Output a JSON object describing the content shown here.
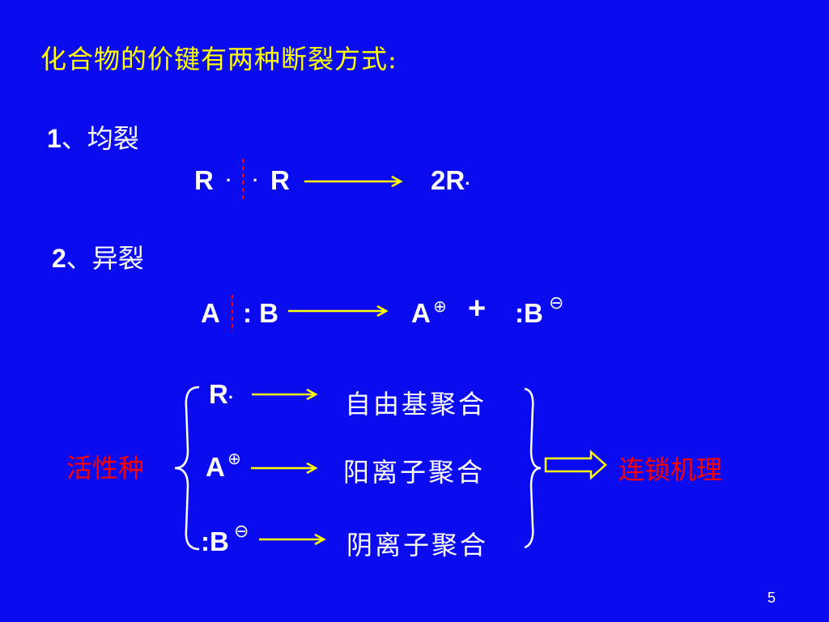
{
  "slide": {
    "title": "化合物的价键有两种断裂方式:",
    "page_number": "5",
    "colors": {
      "background": "#0b0bf0",
      "title": "#ffff00",
      "arrow": "#ffff00",
      "accent": "#ff0000",
      "text": "#ffffff"
    }
  },
  "homolysis": {
    "heading_num": "1",
    "heading_text": "、均裂",
    "left_r": "R",
    "dot": "·",
    "right_r": "R",
    "product": "2R",
    "product_dot": "·"
  },
  "heterolysis": {
    "heading_num": "2",
    "heading_text": "、异裂",
    "left_a": "A",
    "colon_b": ": B",
    "product_a": "A",
    "plus_sym": "⊕",
    "plus": "+",
    "product_b": ":B",
    "minus_sym": "⊖"
  },
  "classification": {
    "active_label": "活性种",
    "r_label": "R",
    "r_dot": "·",
    "a_label": "A",
    "a_sym": "⊕",
    "b_label": ":B",
    "b_sym": "⊖",
    "radical": "自由基聚合",
    "cationic": "阳离子聚合",
    "anionic": "阴离子聚合",
    "mechanism": "连锁机理"
  }
}
